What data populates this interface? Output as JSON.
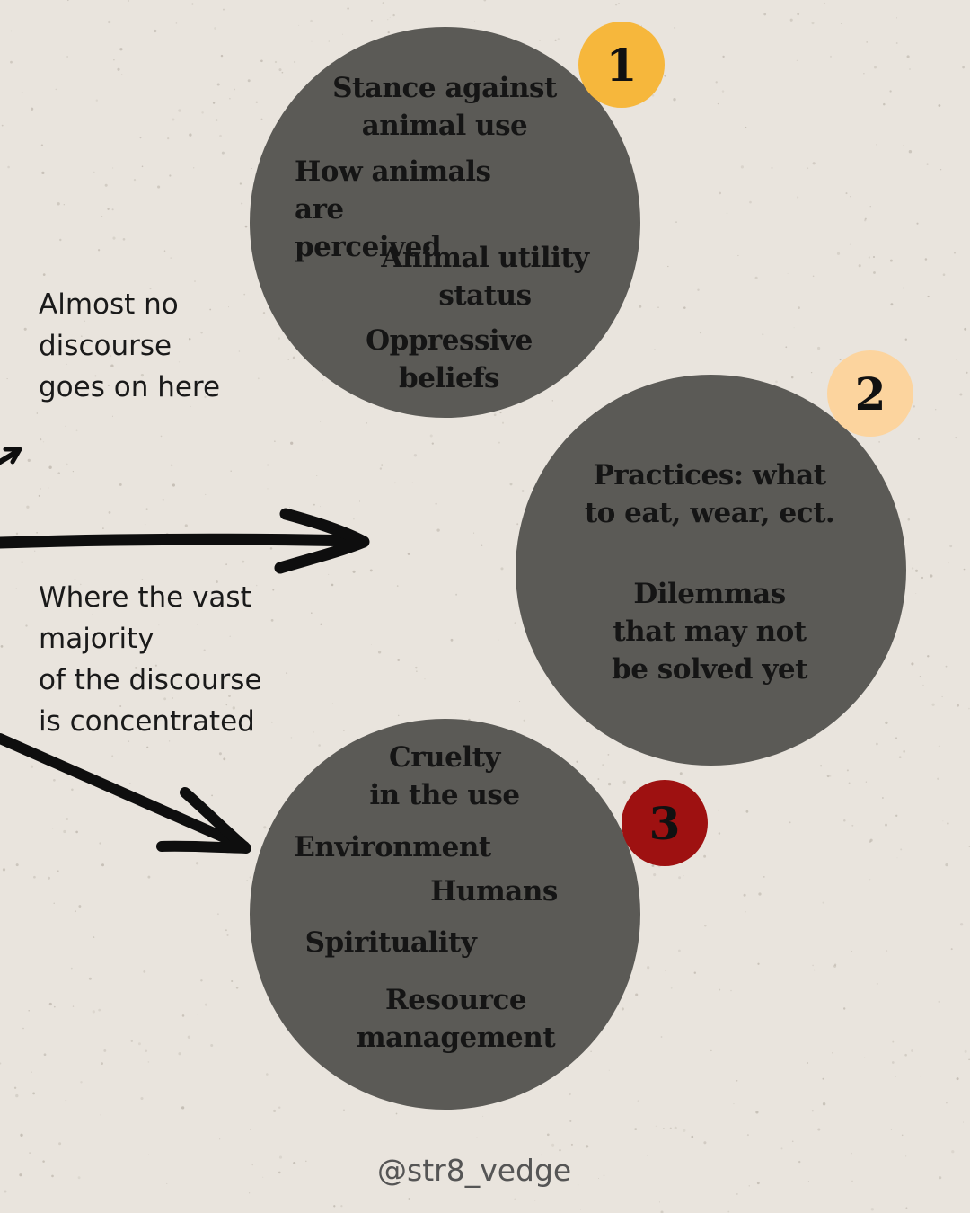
{
  "colors": {
    "background": "#e9e4dd",
    "circle": "#5b5a56",
    "badge_1": "#f6b73c",
    "badge_2": "#fcd49e",
    "badge_3": "#9e1111",
    "text": "#151515"
  },
  "circles": [
    {
      "badge": "1",
      "items": [
        "Stance against\nanimal use",
        "How animals\nare perceived",
        "Animal utility\nstatus",
        "Oppressive\nbeliefs"
      ]
    },
    {
      "badge": "2",
      "items": [
        "Practices: what\nto eat, wear, ect.",
        "Dilemmas\nthat may not\nbe solved yet"
      ]
    },
    {
      "badge": "3",
      "items": [
        "Cruelty\nin the use",
        "Environment",
        "Humans",
        "Spirituality",
        "Resource\nmanagement"
      ]
    }
  ],
  "notes": {
    "top": "Almost no\ndiscourse\ngoes on here",
    "middle": "Where the vast\nmajority\nof the discourse\nis concentrated"
  },
  "footer": {
    "handle": "@str8_vedge"
  }
}
